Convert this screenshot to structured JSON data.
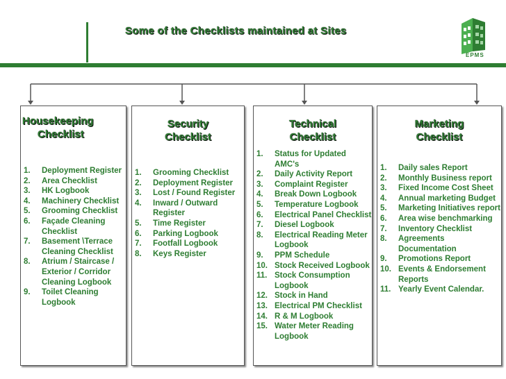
{
  "title": "Some of the Checklists maintained at Sites",
  "logo": {
    "text": "EPMS",
    "color": "#2e7d32"
  },
  "accent_color": "#2e7d32",
  "boxes": [
    {
      "title_line1": "Housekeeping",
      "title_line2": "Checklist",
      "items": [
        {
          "num": "1.",
          "text": "Deployment Register"
        },
        {
          "num": "2.",
          "text": "Area Checklist"
        },
        {
          "num": "3.",
          "text": "HK Logbook"
        },
        {
          "num": "4.",
          "text": "Machinery Checklist"
        },
        {
          "num": "5.",
          "text": "Grooming Checklist"
        },
        {
          "num": "6.",
          "text": "Façade Cleaning Checklist"
        },
        {
          "num": "7.",
          "text": "Basement \\Terrace Cleaning Checklist"
        },
        {
          "num": "8.",
          "text": "Atrium / Staircase / Exterior / Corridor Cleaning Logbook"
        },
        {
          "num": "9.",
          "text": "Toilet Cleaning Logbook"
        }
      ]
    },
    {
      "title_line1": "Security",
      "title_line2": "Checklist",
      "items": [
        {
          "num": "1.",
          "text": "Grooming Checklist"
        },
        {
          "num": "2.",
          "text": "Deployment Register"
        },
        {
          "num": "3.",
          "text": "Lost / Found Register"
        },
        {
          "num": "4.",
          "text": "Inward / Outward Register"
        },
        {
          "num": "5.",
          "text": "Time Register"
        },
        {
          "num": "6.",
          "text": "Parking Logbook"
        },
        {
          "num": "7.",
          "text": "Footfall Logbook"
        },
        {
          "num": "8.",
          "text": "Keys Register"
        }
      ]
    },
    {
      "title_line1": "Technical",
      "title_line2": "Checklist",
      "items": [
        {
          "num": "1.",
          "text": "Status for Updated AMC's"
        },
        {
          "num": "2.",
          "text": "Daily Activity Report"
        },
        {
          "num": "3.",
          "text": "Complaint Register"
        },
        {
          "num": "4.",
          "text": "Break Down Logbook"
        },
        {
          "num": "5.",
          "text": "Temperature Logbook"
        },
        {
          "num": "6.",
          "text": "Electrical Panel Checklist"
        },
        {
          "num": "7.",
          "text": "Diesel Logbook"
        },
        {
          "num": "8.",
          "text": "Electrical Reading Meter Logbook"
        },
        {
          "num": "9.",
          "text": "PPM Schedule"
        },
        {
          "num": "10.",
          "text": "Stock Received Logbook"
        },
        {
          "num": "11.",
          "text": "Stock Consumption Logbook"
        },
        {
          "num": "12.",
          "text": "Stock in Hand"
        },
        {
          "num": "13.",
          "text": "Electrical PM Checklist"
        },
        {
          "num": "14.",
          "text": " R & M Logbook"
        },
        {
          "num": "15.",
          "text": "Water Meter Reading Logbook"
        }
      ]
    },
    {
      "title_line1": "Marketing",
      "title_line2": "Checklist",
      "items": [
        {
          "num": "1.",
          "text": "Daily sales Report"
        },
        {
          "num": "2.",
          "text": "Monthly Business report"
        },
        {
          "num": "3.",
          "text": "Fixed Income Cost Sheet"
        },
        {
          "num": "4.",
          "text": "Annual marketing Budget"
        },
        {
          "num": "5.",
          "text": "Marketing Initiatives report"
        },
        {
          "num": "6.",
          "text": "Area wise benchmarking"
        },
        {
          "num": "7.",
          "text": "Inventory Checklist"
        },
        {
          "num": "8.",
          "text": "Agreements Documentation"
        },
        {
          "num": "9.",
          "text": "Promotions Report"
        },
        {
          "num": "10.",
          "text": "Events & Endorsement Reports"
        },
        {
          "num": "11.",
          "text": "Yearly Event Calendar."
        }
      ]
    }
  ]
}
